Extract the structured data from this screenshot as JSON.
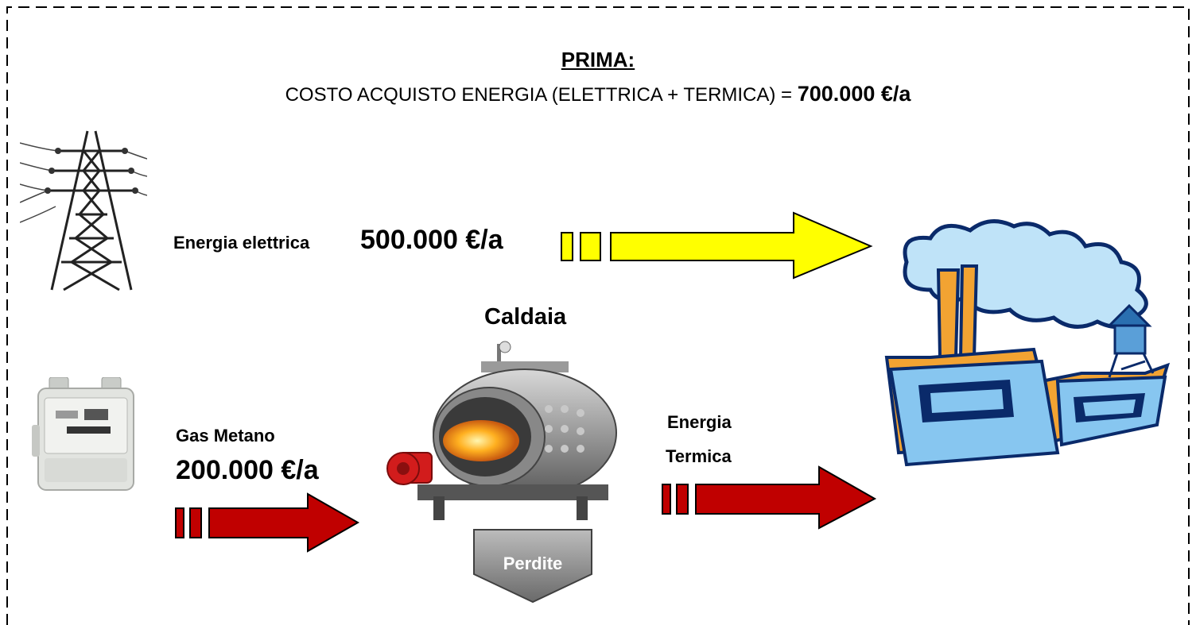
{
  "header": {
    "title": "PRIMA:",
    "subtitle_text": "COSTO ACQUISTO ENERGIA (ELETTRICA + TERMICA) =",
    "subtitle_value": "700.000 €/a"
  },
  "electric": {
    "label": "Energia elettrica",
    "value": "500.000 €/a"
  },
  "boiler": {
    "label": "Caldaia"
  },
  "gas": {
    "label": "Gas Metano",
    "value": "200.000 €/a"
  },
  "thermal": {
    "label_line1": "Energia",
    "label_line2": "Termica"
  },
  "losses": {
    "label": "Perdite"
  },
  "colors": {
    "electric_arrow": "#ffff00",
    "thermal_arrow": "#c00000",
    "losses_arrow": "#7f7f7f",
    "factory_wall": "#87c6f0",
    "factory_roof": "#f2a332"
  },
  "icons": [
    "power-pylon-icon",
    "gas-meter-icon",
    "boiler-icon",
    "factory-icon"
  ]
}
